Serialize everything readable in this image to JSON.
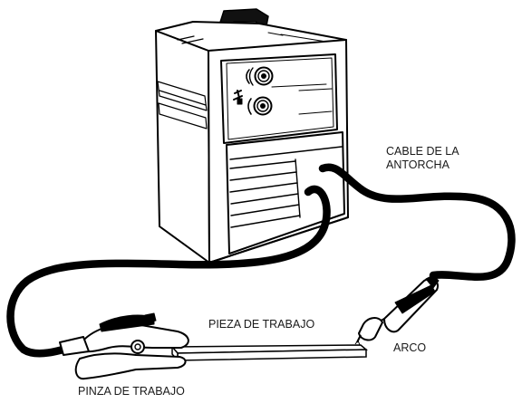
{
  "labels": {
    "cable_line1": "CABLE DE LA",
    "cable_line2": "ANTORCHA",
    "workpiece": "PIEZA DE TRABAJO",
    "arc": "ARCO",
    "work_clamp": "PINZA DE TRABAJO"
  },
  "icons": {
    "upper_knob": "voltage-dial-icon",
    "lower_knob": "wire-speed-dial-icon",
    "panel_symbol": "wire-feed-icon"
  },
  "colors": {
    "line": "#000000",
    "background": "#ffffff"
  }
}
